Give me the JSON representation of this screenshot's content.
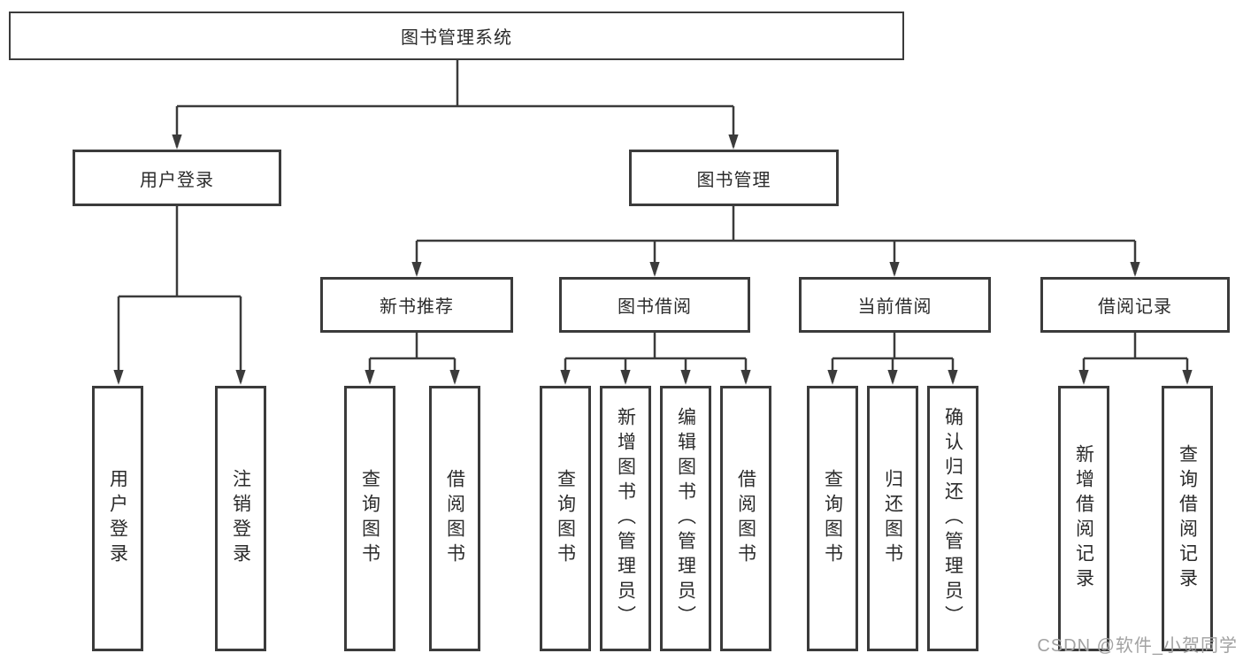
{
  "title": "图书管理系统",
  "colors": {
    "line": "#3b3b3b",
    "box_border": "#3b3b3b",
    "box_fill": "#ffffff",
    "text": "#2b2b2b",
    "watermark": "#a2a2a2",
    "background": "#ffffff"
  },
  "root": {
    "label": "图书管理系统"
  },
  "level2": [
    {
      "label": "用户登录"
    },
    {
      "label": "图书管理"
    }
  ],
  "level3": [
    {
      "label": "新书推荐"
    },
    {
      "label": "图书借阅"
    },
    {
      "label": "当前借阅"
    },
    {
      "label": "借阅记录"
    }
  ],
  "leaves": [
    {
      "label": "用户登录"
    },
    {
      "label": "注销登录"
    },
    {
      "label": "查询图书"
    },
    {
      "label": "借阅图书"
    },
    {
      "label": "查询图书"
    },
    {
      "label": "新增图书（管理员）"
    },
    {
      "label": "编辑图书（管理员）"
    },
    {
      "label": "借阅图书"
    },
    {
      "label": "查询图书"
    },
    {
      "label": "归还图书"
    },
    {
      "label": "确认归还（管理员）"
    },
    {
      "label": "新增借阅记录"
    },
    {
      "label": "查询借阅记录"
    }
  ],
  "watermark": "CSDN @软件_小贺同学"
}
